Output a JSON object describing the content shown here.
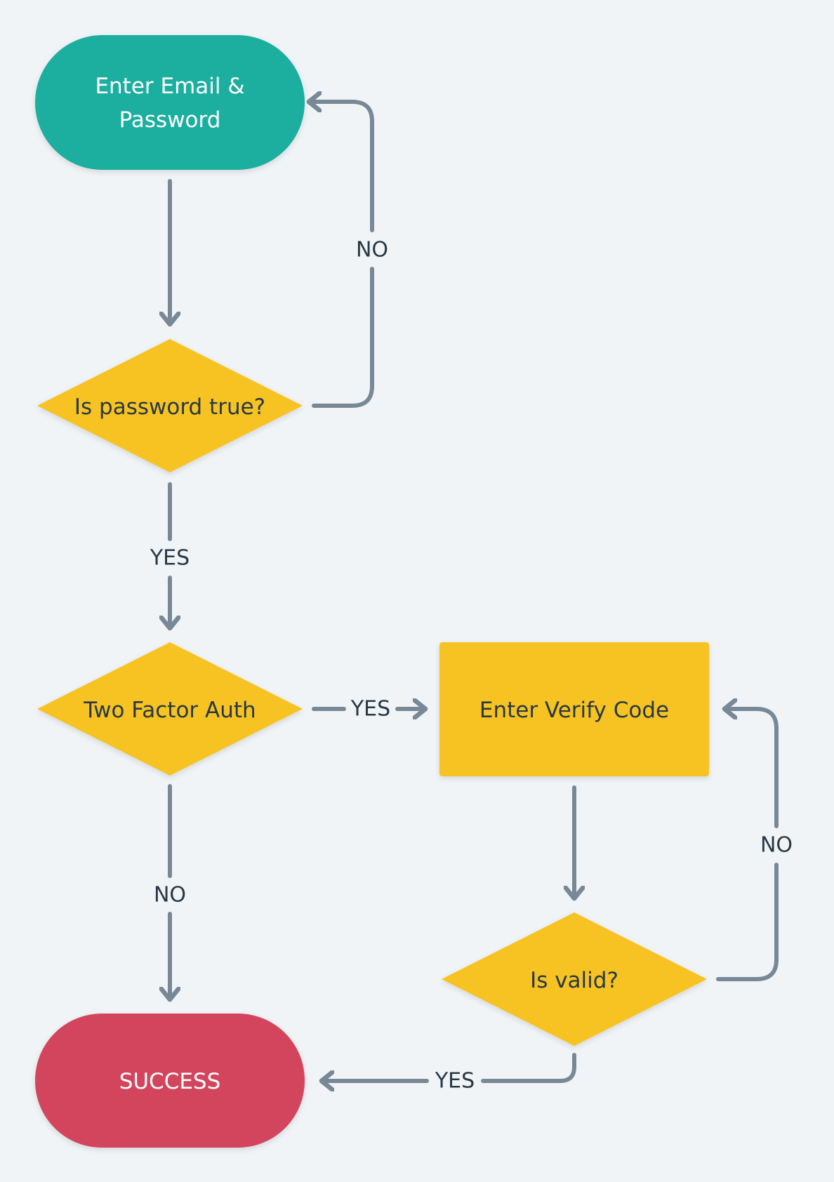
{
  "colors": {
    "background": "#f0f4f7",
    "start_node": "#1bae9f",
    "decision_node": "#f6c324",
    "process_node": "#f6c324",
    "end_node": "#d3455b",
    "connector": "#788896",
    "dark_text": "#293845",
    "light_text": "#ffffff"
  },
  "nodes": {
    "enter_credentials": {
      "line1": "Enter Email &",
      "line2": "Password"
    },
    "password_check": {
      "label": "Is password true?"
    },
    "two_factor": {
      "label": "Two Factor Auth"
    },
    "verify_code": {
      "label": "Enter Verify Code"
    },
    "is_valid": {
      "label": "Is valid?"
    },
    "success": {
      "label": "SUCCESS"
    }
  },
  "edges": {
    "password_no": "NO",
    "password_yes": "YES",
    "two_factor_yes": "YES",
    "two_factor_no": "NO",
    "valid_no": "NO",
    "valid_yes": "YES"
  }
}
